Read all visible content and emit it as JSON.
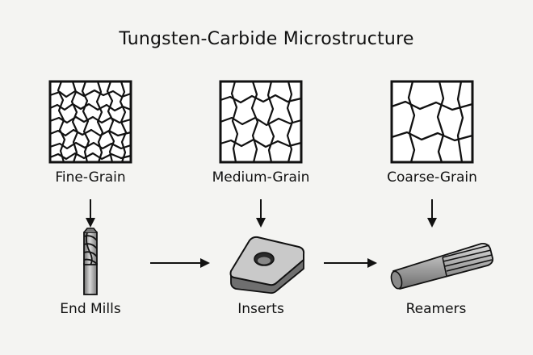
{
  "title": "Tungsten-Carbide Microstructure",
  "grains": [
    {
      "label": "Fine-Grain"
    },
    {
      "label": "Medium-Grain"
    },
    {
      "label": "Coarse-Grain"
    }
  ],
  "tools": [
    {
      "label": "End Mills",
      "icon": "end-mill-icon"
    },
    {
      "label": "Inserts",
      "icon": "insert-icon"
    },
    {
      "label": "Reamers",
      "icon": "reamer-icon"
    }
  ],
  "colors": {
    "ink": "#111111",
    "background": "#f4f4f2",
    "metal": "#9a9a9a"
  }
}
